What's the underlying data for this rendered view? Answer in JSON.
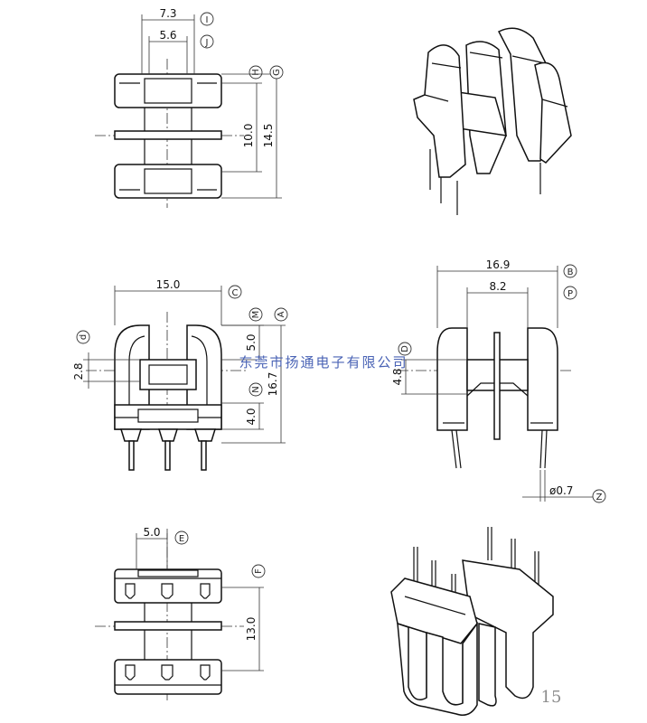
{
  "views": {
    "top": {
      "dims": [
        "7.3",
        "5.6",
        "10.0",
        "14.5"
      ],
      "tags": [
        "I",
        "J",
        "H",
        "G"
      ]
    },
    "front": {
      "dims": [
        "15.0",
        "2.8",
        "5.0",
        "4.0",
        "16.7"
      ],
      "tags": [
        "C",
        "d",
        "M",
        "A",
        "N"
      ]
    },
    "side": {
      "dims": [
        "16.9",
        "8.2",
        "4.8",
        "ø0.7"
      ],
      "tags": [
        "B",
        "P",
        "D",
        "Z"
      ]
    },
    "bottom": {
      "dims": [
        "5.0",
        "13.0"
      ],
      "tags": [
        "E",
        "F"
      ]
    }
  },
  "watermark": "东莞市扬通电子有限公司",
  "page_number": "15"
}
